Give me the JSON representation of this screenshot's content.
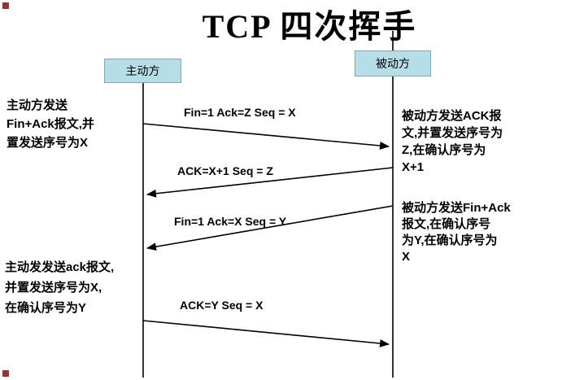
{
  "title": "TCP 四次挥手",
  "actors": {
    "initiator": {
      "label": "主动方"
    },
    "responder": {
      "label": "被动方"
    }
  },
  "messages": [
    {
      "label": "Fin=1 Ack=Z Seq = X",
      "from": "主动方",
      "to": "被动方"
    },
    {
      "label": "ACK=X+1 Seq = Z",
      "from": "被动方",
      "to": "主动方"
    },
    {
      "label": "Fin=1 Ack=X Seq = Y",
      "from": "被动方",
      "to": "主动方"
    },
    {
      "label": "ACK=Y Seq = X",
      "from": "主动方",
      "to": "被动方"
    }
  ],
  "annotations": {
    "left_top": "主动方发送\nFin+Ack报文,并\n置发送序号为X",
    "right_top": "被动方发送ACK报\n文,并置发送序号为\nZ,在确认序号为\nX+1",
    "right_middle": "被动方发送Fin+Ack\n报文,在确认序号\n为Y,在确认序号为\nX",
    "left_bottom": "主动发发送ack报文,\n并置发送序号为X,\n在确认序号为Y"
  },
  "colors": {
    "actor_fill": "#b7dee8",
    "actor_border": "#84a7b1",
    "line": "#000000",
    "corner_mark": "#993333"
  }
}
